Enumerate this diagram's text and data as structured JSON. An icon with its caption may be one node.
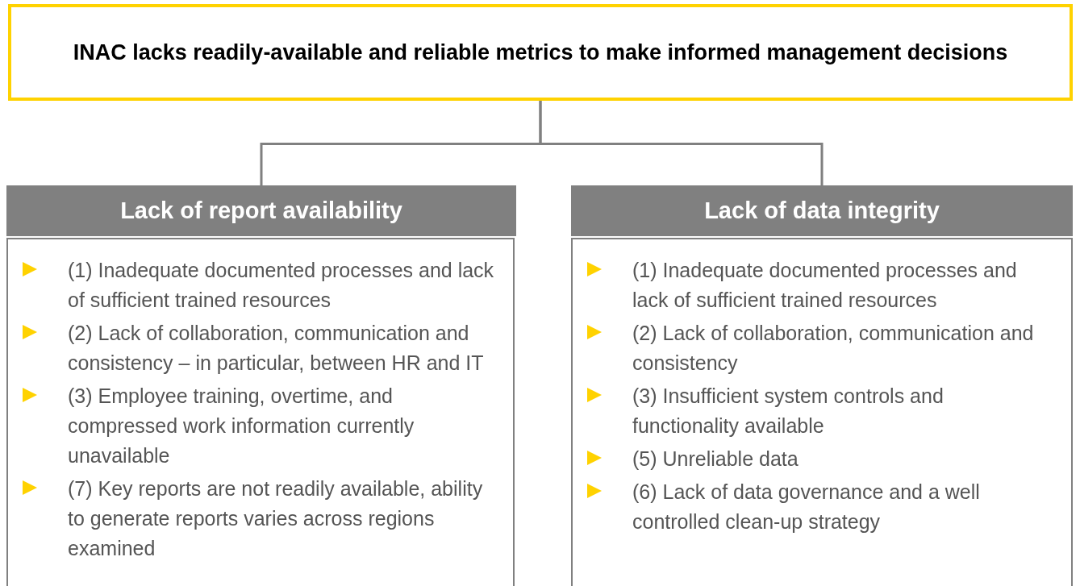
{
  "diagram": {
    "nodes": [
      {
        "text": [
          "INAC lacks readily-available and reliable metrics to make informed management decisions"
        ]
      },
      {
        "text": [
          "Lack of report availability"
        ]
      },
      {
        "text": [
          "(1) Inadequate documented processes and lack of sufficient trained resources",
          "(2) Lack of collaboration, communication and consistency – in particular, between HR and IT",
          "(3) Employee training, overtime, and compressed work information currently unavailable",
          "(7) Key reports are not readily available, ability to generate reports varies across regions examined"
        ]
      },
      {
        "text": [
          "Lack of data integrity"
        ]
      },
      {
        "text": [
          "(1) Inadequate documented processes and lack of sufficient trained resources",
          "(2) Lack of collaboration, communication and consistency",
          "(3) Insufficient system controls and functionality available",
          "(5) Unreliable data",
          "(6) Lack of data governance and a well controlled clean-up strategy"
        ]
      }
    ],
    "edges": [
      {
        "from": 0,
        "to": 1,
        "arrow": "none"
      },
      {
        "from": 0,
        "to": 3,
        "arrow": "none"
      }
    ]
  }
}
